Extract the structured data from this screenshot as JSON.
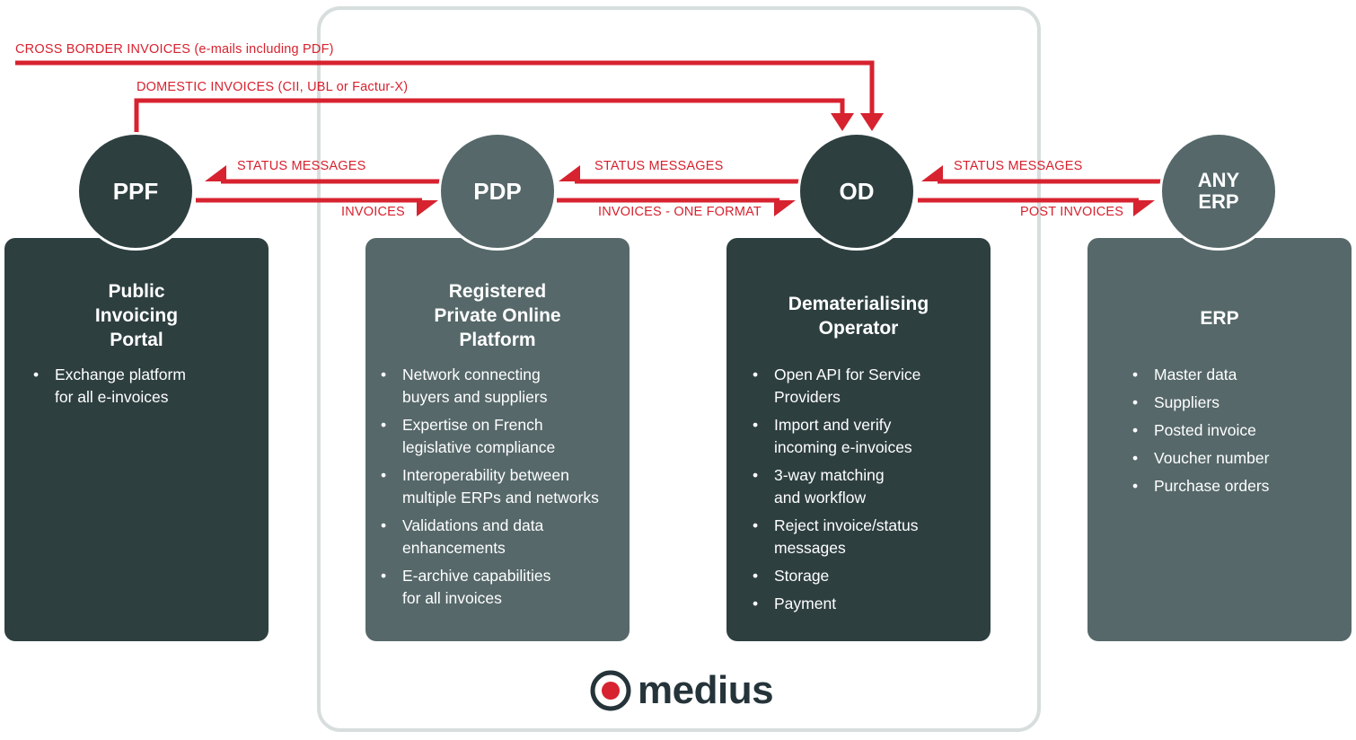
{
  "colors": {
    "accent": "#d7222f",
    "dark": "#2e3f40",
    "light": "#56686a",
    "frame": "#d7dedd"
  },
  "flows": {
    "cross_border": "CROSS BORDER INVOICES (e-mails including PDF)",
    "domestic": "DOMESTIC INVOICES (CII, UBL or Factur-X)",
    "status_ppf": "STATUS MESSAGES",
    "invoices_ppf": "INVOICES",
    "status_pdp": "STATUS MESSAGES",
    "invoices_pdp": "INVOICES - ONE FORMAT",
    "status_od": "STATUS MESSAGES",
    "post_invoices": "POST INVOICES"
  },
  "nodes": {
    "ppf": [
      "PPF"
    ],
    "pdp": [
      "PDP"
    ],
    "od": [
      "OD"
    ],
    "erp": [
      "ANY",
      "ERP"
    ]
  },
  "cards": {
    "ppf": {
      "title": [
        "Public",
        "Invoicing",
        "Portal"
      ],
      "items": [
        [
          "Exchange platform",
          "for all e-invoices"
        ]
      ]
    },
    "pdp": {
      "title": [
        "Registered",
        "Private Online",
        "Platform"
      ],
      "items": [
        [
          "Network connecting",
          "buyers and suppliers"
        ],
        [
          "Expertise on French",
          "legislative compliance"
        ],
        [
          "Interoperability between",
          "multiple ERPs and networks"
        ],
        [
          "Validations and data",
          "enhancements"
        ],
        [
          "E-archive capabilities",
          "for all invoices"
        ]
      ]
    },
    "od": {
      "title": [
        "Dematerialising",
        "Operator"
      ],
      "items": [
        [
          "Open API for Service",
          "Providers"
        ],
        [
          "Import and verify",
          "incoming e-invoices"
        ],
        [
          "3-way matching",
          "and workflow"
        ],
        [
          "Reject invoice/status",
          "messages"
        ],
        [
          "Storage"
        ],
        [
          "Payment"
        ]
      ]
    },
    "erp": {
      "title": [
        "ERP"
      ],
      "items": [
        [
          "Master data"
        ],
        [
          "Suppliers"
        ],
        [
          "Posted invoice"
        ],
        [
          "Voucher number"
        ],
        [
          "Purchase orders"
        ]
      ]
    }
  },
  "logo": {
    "text": "medius",
    "icon": "medius-logo-icon"
  }
}
